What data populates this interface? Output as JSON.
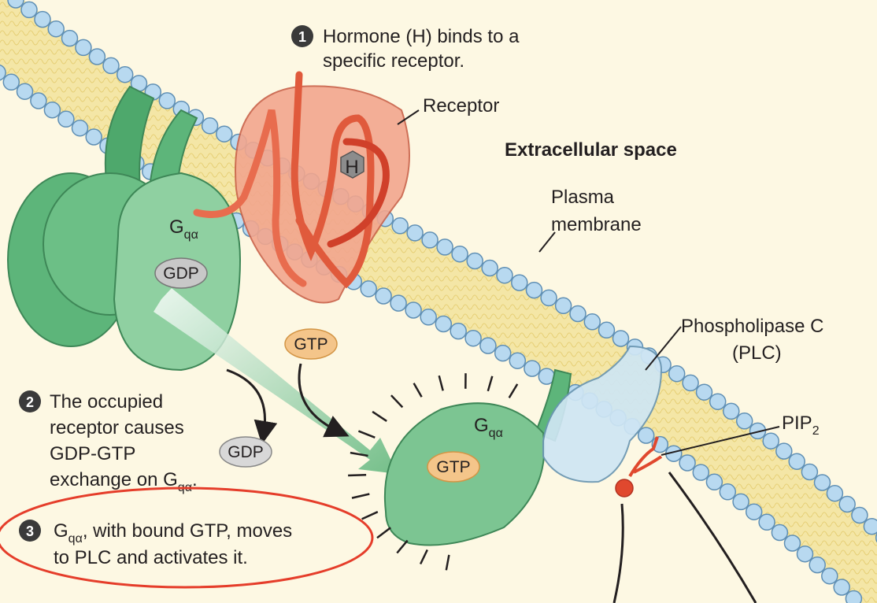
{
  "steps": {
    "step1": {
      "number": "1",
      "line1": "Hormone (H) binds to a",
      "line2": "specific receptor."
    },
    "step2": {
      "number": "2",
      "line1": "The occupied",
      "line2": "receptor causes",
      "line3": "GDP-GTP",
      "line4": "exchange on G",
      "line4_sub": "qα",
      "line4_end": "."
    },
    "step3": {
      "number": "3",
      "line1_pre": "G",
      "line1_sub": "qα",
      "line1_post": ", with bound GTP, moves",
      "line2": "to PLC and activates it."
    }
  },
  "labels": {
    "receptor": "Receptor",
    "extracellular": "Extracellular space",
    "plasma1": "Plasma",
    "plasma2": "membrane",
    "plc1": "Phospholipase C",
    "plc2": "(PLC)",
    "pip": "PIP",
    "pip_sub": "2",
    "hormone": "H",
    "gq_main": "G",
    "gq_sub": "qα"
  },
  "pills": {
    "gdp_bound": "GDP",
    "gtp_free": "GTP",
    "gdp_released": "GDP",
    "gtp_bound": "GTP"
  },
  "colors": {
    "background": "#fdf8e3",
    "membrane": "#f4e6a6",
    "bead": "#b8d9f0",
    "g_protein": "#5db57a",
    "receptor": "#e9826a",
    "plc": "#cfe6f4",
    "highlight_ellipse": "#e53d2a"
  }
}
